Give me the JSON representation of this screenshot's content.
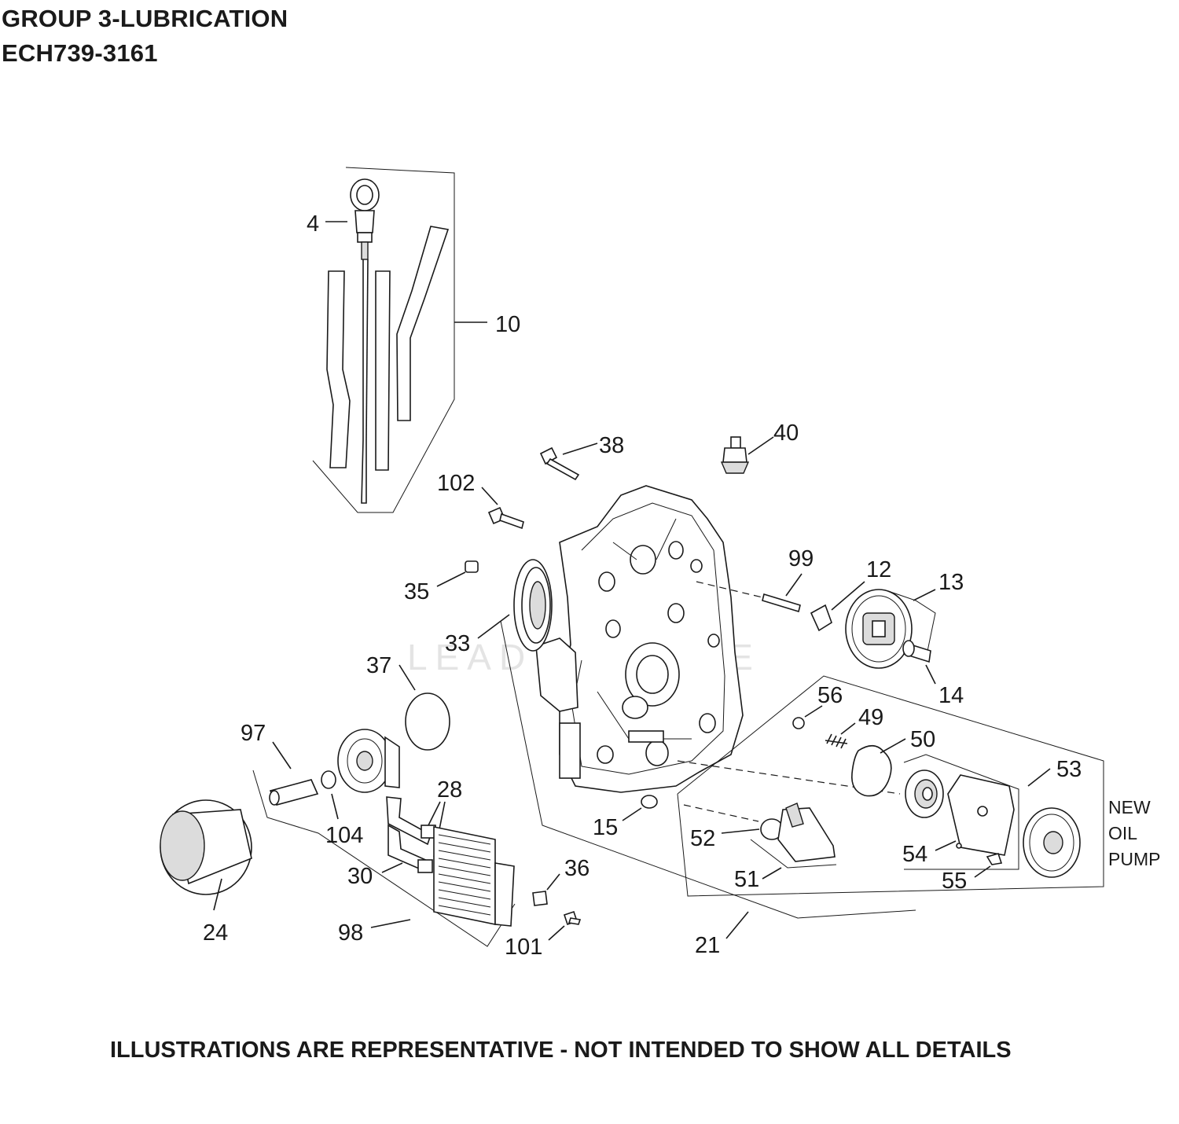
{
  "header": {
    "title_line1": "GROUP 3-LUBRICATION",
    "title_line2": "ECH739-3161"
  },
  "footer": {
    "disclaimer": "ILLUSTRATIONS ARE REPRESENTATIVE - NOT INTENDED TO SHOW ALL DETAILS"
  },
  "watermark": "LEADVENTURE",
  "callouts": [
    "4",
    "10",
    "38",
    "40",
    "102",
    "99",
    "12",
    "13",
    "35",
    "33",
    "14",
    "37",
    "56",
    "49",
    "50",
    "97",
    "28",
    "53",
    "104",
    "15",
    "52",
    "54",
    "24",
    "30",
    "36",
    "55",
    "51",
    "98",
    "101",
    "21"
  ],
  "note": {
    "line1": "NEW",
    "line2": "OIL",
    "line3": "PUMP"
  }
}
